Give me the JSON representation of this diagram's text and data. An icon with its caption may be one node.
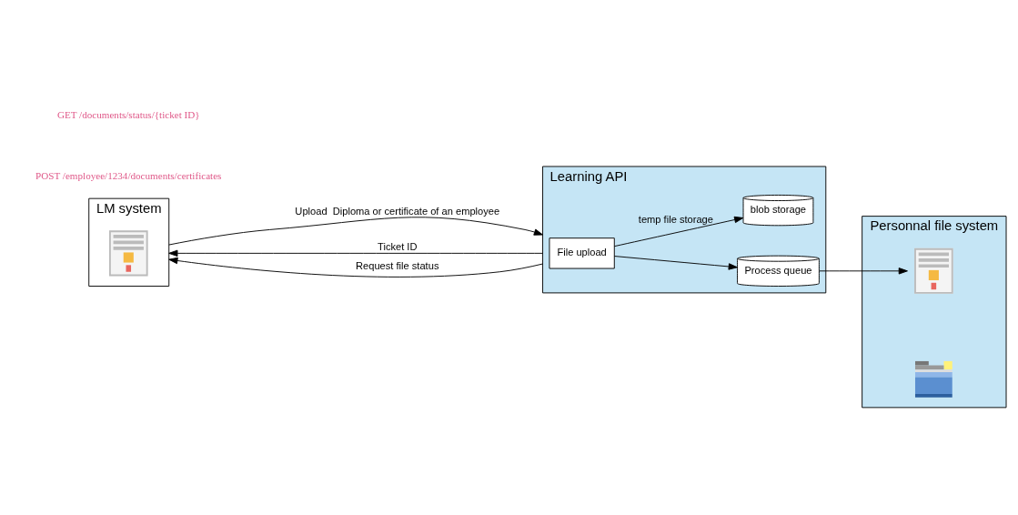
{
  "diagram": {
    "nodes": [
      {
        "text": [
          "LM system"
        ]
      },
      {
        "text": [],
        "shape": "picture",
        "in": 0
      },
      {
        "text": [
          "Learning API"
        ]
      },
      {
        "text": [
          "File upload"
        ],
        "in": 2
      },
      {
        "text": [
          "Process queue"
        ],
        "in": 2
      },
      {
        "text": [
          "blob storage"
        ],
        "in": 2
      },
      {
        "text": [
          "Personnal file system"
        ]
      },
      {
        "text": [],
        "shape": "picture",
        "in": 6
      },
      {
        "text": [],
        "shape": "picture",
        "in": 6
      }
    ],
    "edges": [
      {
        "from": 0,
        "to": 2,
        "arrow": "to",
        "label": "Upload  Diploma or certificate of an employee"
      },
      {
        "from": 2,
        "to": 0,
        "arrow": "to",
        "label": "Ticket ID"
      },
      {
        "from": 3,
        "to": 4,
        "arrow": "to"
      },
      {
        "from": 4,
        "to": 7,
        "arrow": "to"
      },
      {
        "from": 3,
        "to": 5,
        "arrow": "to",
        "label": "temp file storage"
      },
      {
        "from": 2,
        "to": 0,
        "arrow": "to",
        "label": "Request file status"
      }
    ],
    "labels": [
      "POST /employee/1234/documents/certificates",
      "GET /documents/status/{ticket ID}"
    ]
  }
}
